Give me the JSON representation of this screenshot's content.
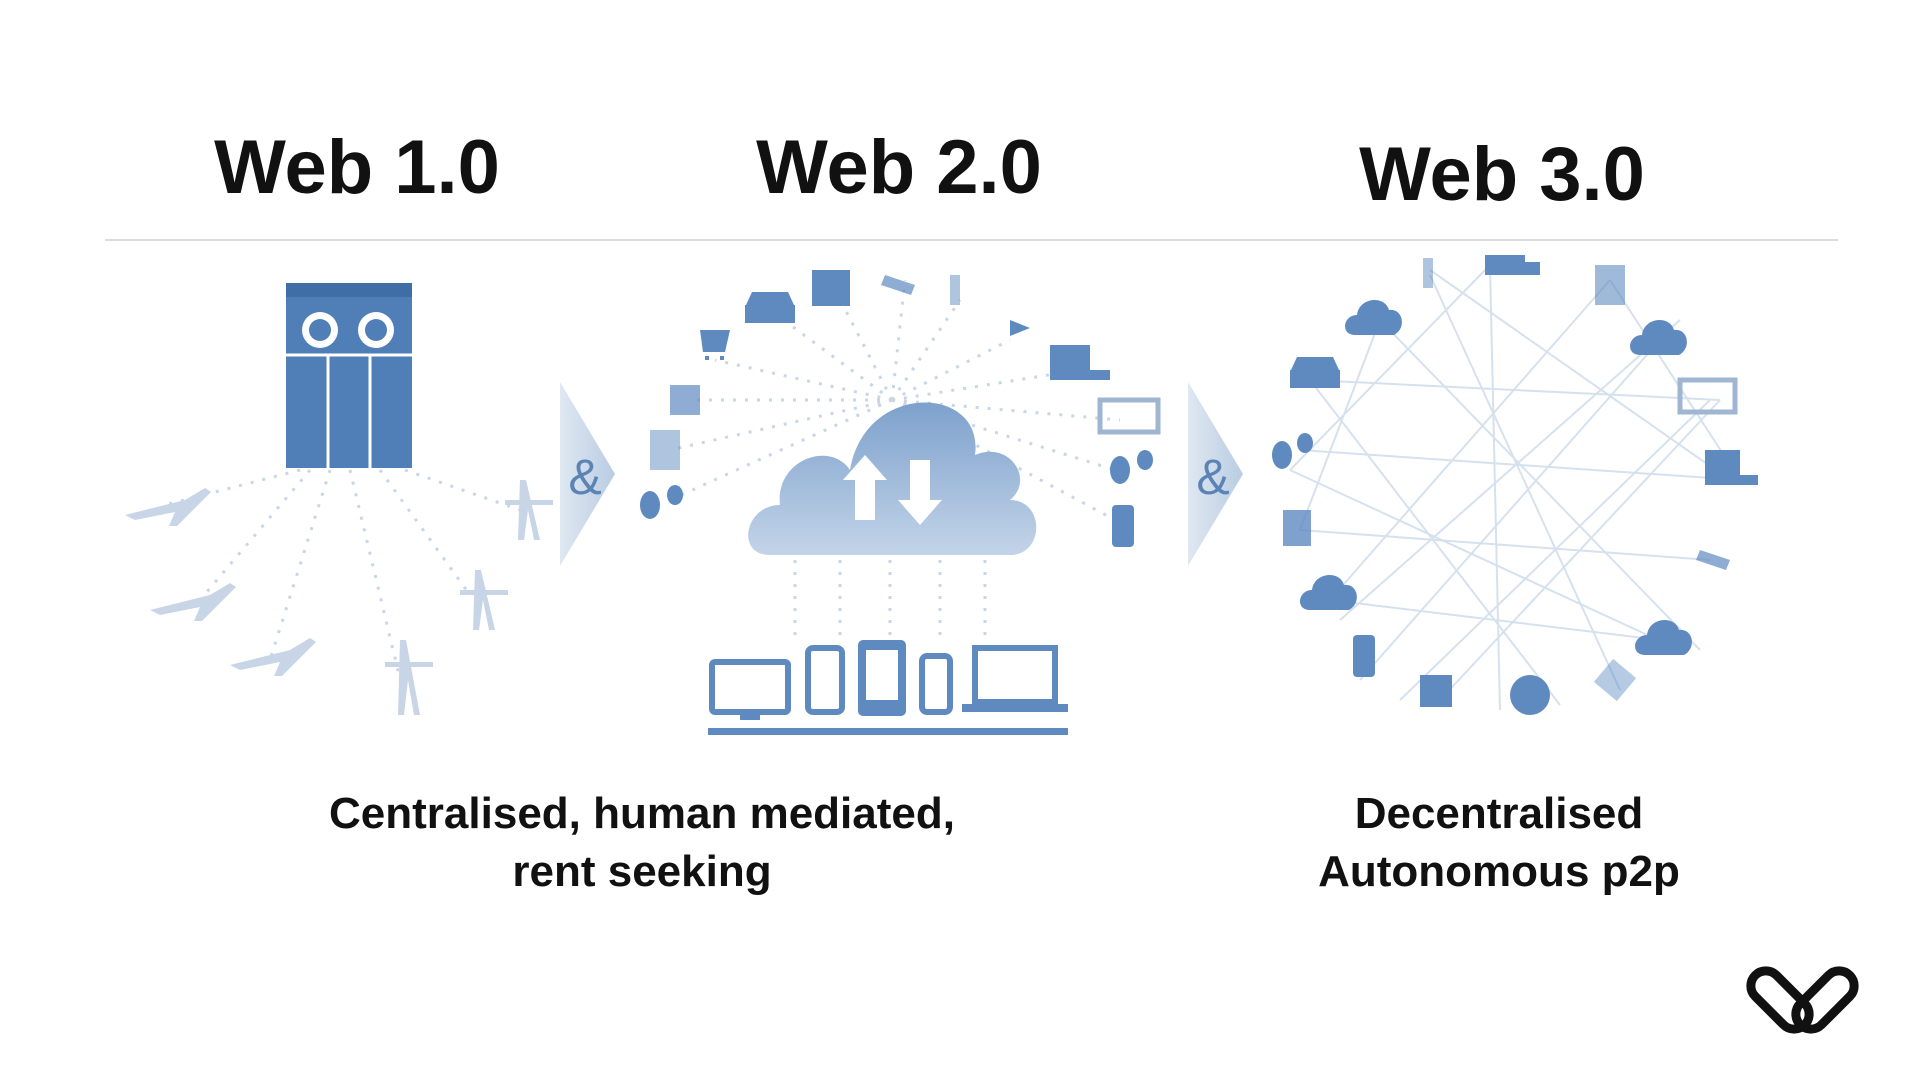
{
  "columns": [
    {
      "title": "Web 1.0"
    },
    {
      "title": "Web 2.0"
    },
    {
      "title": "Web 3.0"
    }
  ],
  "connectors": [
    "&",
    "&"
  ],
  "captions": {
    "centralised": [
      "Centralised, human mediated,",
      "rent seeking"
    ],
    "decentralised": [
      "Decentralised",
      "Autonomous p2p"
    ]
  },
  "colors": {
    "accent": "#5f8ac0",
    "light": "#c7d5e6",
    "text": "#111111"
  }
}
